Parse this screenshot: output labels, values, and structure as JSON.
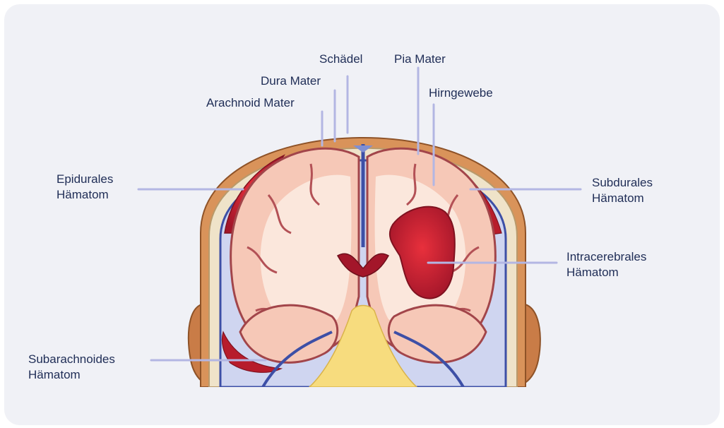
{
  "labels": {
    "schaedel": "Schädel",
    "pia_mater": "Pia Mater",
    "dura_mater": "Dura Mater",
    "hirngewebe": "Hirngewebe",
    "arachnoid_mater": "Arachnoid Mater",
    "epidurales_l1": "Epidurales",
    "epidurales_l2": "Hämatom",
    "subdurales_l1": "Subdurales",
    "subdurales_l2": "Hämatom",
    "intracerebrales_l1": "Intracerebrales",
    "intracerebrales_l2": "Hämatom",
    "subarachnoides_l1": "Subarachnoides",
    "subarachnoides_l2": "Hämatom"
  },
  "colors": {
    "card_bg": "#f0f1f6",
    "label_text": "#1f2d56",
    "leader_line": "#b3b6e3",
    "skin": "#d9935a",
    "skull": "#efe3c9",
    "meninges": "#3d4fa6",
    "brain_tissue": "#f6c8b7",
    "white_matter": "#fbe7dc",
    "hematoma": "#c41f2d",
    "brainstem": "#f7dc7e"
  }
}
